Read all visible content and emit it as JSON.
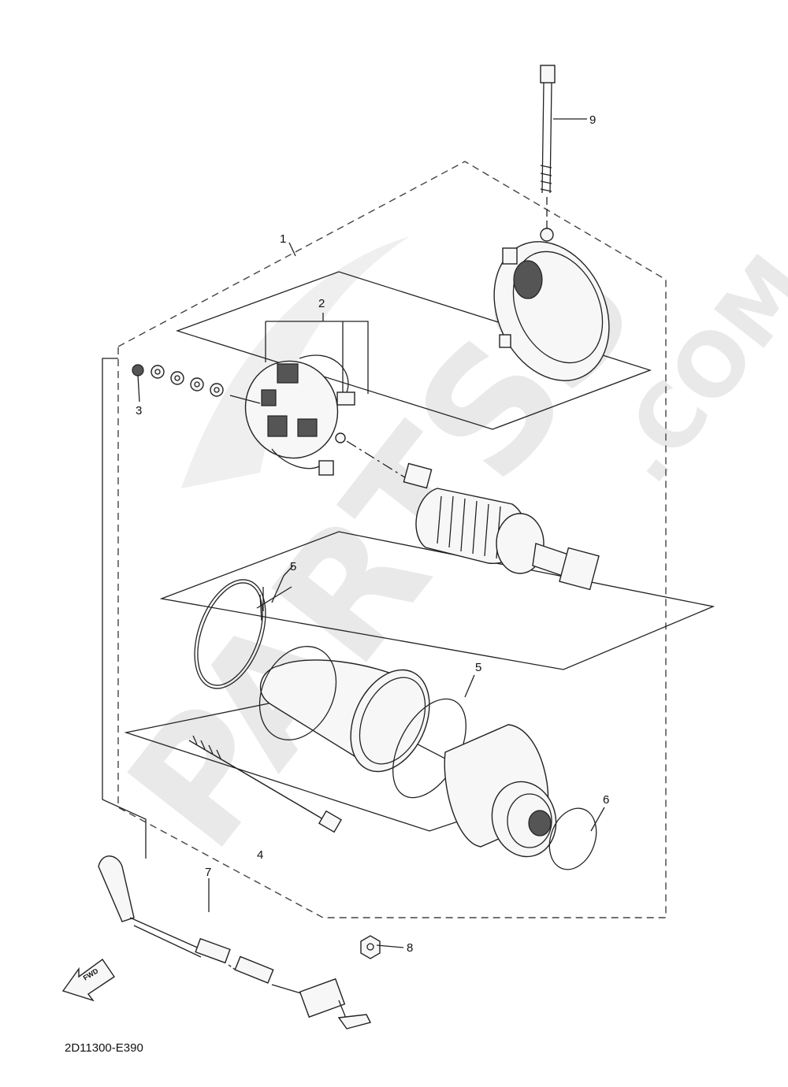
{
  "diagram": {
    "drawing_code": "2D11300-E390",
    "fwd_label": "FWD",
    "watermark": {
      "brand": "PARTSS",
      "suffix": ".COM"
    },
    "callouts": [
      "1",
      "2",
      "3",
      "4",
      "5",
      "5",
      "6",
      "7",
      "8",
      "9"
    ]
  }
}
